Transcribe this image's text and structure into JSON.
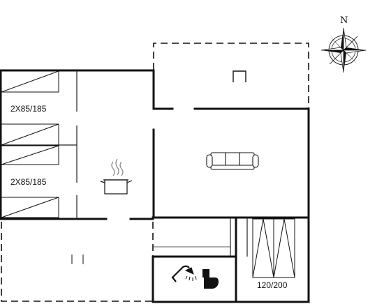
{
  "floorplan": {
    "compass": {
      "north_label": "N"
    },
    "rooms": [
      {
        "id": "bedroom-top",
        "bed_label": "2X85/185"
      },
      {
        "id": "bedroom-middle",
        "bed_label": "2X85/185"
      },
      {
        "id": "bedroom-small",
        "bed_label": "120/200"
      }
    ],
    "fixtures": [
      "kitchen-pot-icon",
      "sofa-icon",
      "shower-icon",
      "toilet-icon",
      "fireplace-icon"
    ]
  }
}
